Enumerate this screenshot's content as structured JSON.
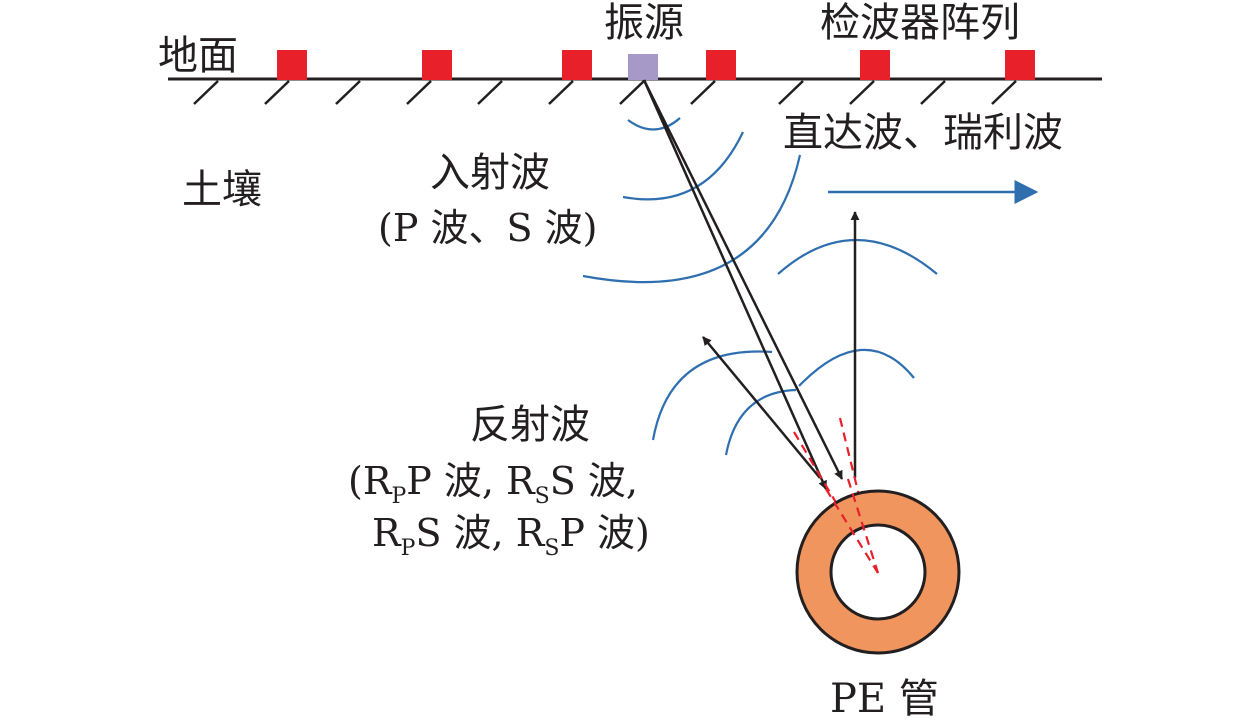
{
  "labels": {
    "ground": "地面",
    "source": "振源",
    "geophone_array": "检波器阵列",
    "direct_wave": "直达波、瑞利波",
    "soil": "土壤",
    "incident_title": "入射波",
    "incident_detail": "(P 波、S 波)",
    "reflected_title": "反射波",
    "reflected_line1": [
      {
        "t": "(R"
      },
      {
        "t": "P",
        "sub": true
      },
      {
        "t": "P 波, R"
      },
      {
        "t": "S",
        "sub": true
      },
      {
        "t": "S 波,"
      }
    ],
    "reflected_line2": [
      {
        "t": "R"
      },
      {
        "t": "P",
        "sub": true
      },
      {
        "t": "S 波, R"
      },
      {
        "t": "S",
        "sub": true
      },
      {
        "t": "P 波)"
      }
    ],
    "pipe": "PE 管"
  },
  "colors": {
    "geophone": "#e8202a",
    "source": "#a699c8",
    "wavefront": "#2f6fb0",
    "pipe_wall": "#f0955e",
    "ray": "#231f20",
    "refracted_ray": "#e8202a"
  },
  "geophone_count": 6
}
